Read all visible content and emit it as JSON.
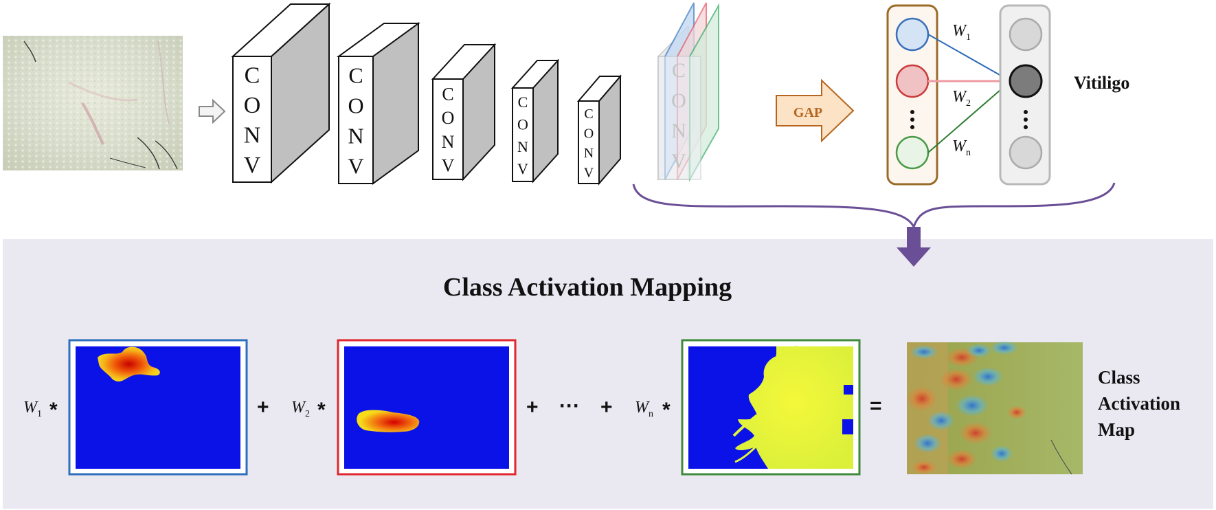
{
  "conv_blocks": [
    {
      "letters": [
        "C",
        "O",
        "N",
        "V"
      ]
    },
    {
      "letters": [
        "C",
        "O",
        "N",
        "V"
      ]
    },
    {
      "letters": [
        "C",
        "O",
        "N",
        "V"
      ]
    },
    {
      "letters": [
        "C",
        "O",
        "N",
        "V"
      ]
    },
    {
      "letters": [
        "C",
        "O",
        "N",
        "V"
      ]
    }
  ],
  "last_conv_letters": [
    "C",
    "O",
    "N",
    "V"
  ],
  "gap": {
    "label": "GAP",
    "color": "#b5651d"
  },
  "weights": {
    "w1": "1",
    "w2": "2",
    "wn": "n",
    "symbol": "W"
  },
  "output": {
    "label": "Vitiligo"
  },
  "cam": {
    "title": "Class Activation Mapping",
    "operators": {
      "times": "*",
      "plus": "+",
      "ellipsis": "···",
      "equals": "="
    },
    "result_label_lines": [
      "Class",
      "Activation",
      "Map"
    ]
  },
  "colors": {
    "blue_channel": "#2e6fbd",
    "red_channel": "#e0262e",
    "green_channel": "#3e8a3a",
    "gap_node_border": "#9a6a28",
    "connector": "#6b4f96",
    "heatmap_bg": "#0b12e8"
  }
}
